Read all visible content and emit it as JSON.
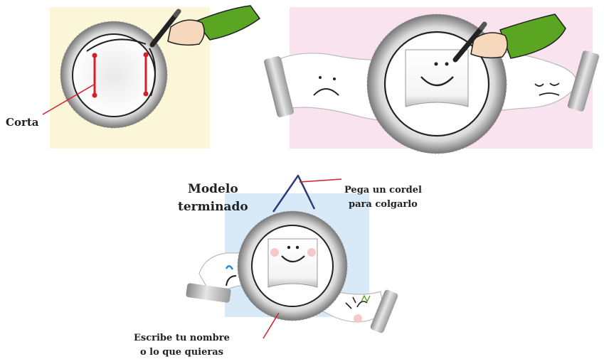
{
  "labels": {
    "cut": "Corta",
    "finished_line1": "Modelo",
    "finished_line2": "terminado",
    "string_line1": "Pega un cordel",
    "string_line2": "para colgarlo",
    "write_line1": "Escribe tu nombre",
    "write_line2": "o lo que quieras"
  },
  "colors": {
    "panel_cut": "#fcf6d8",
    "panel_draw": "#f8e3ee",
    "panel_final": "#d8eaf8",
    "sleeve": "#5aa623",
    "cut_line": "#d21f2b",
    "string": "#2c3a78"
  }
}
